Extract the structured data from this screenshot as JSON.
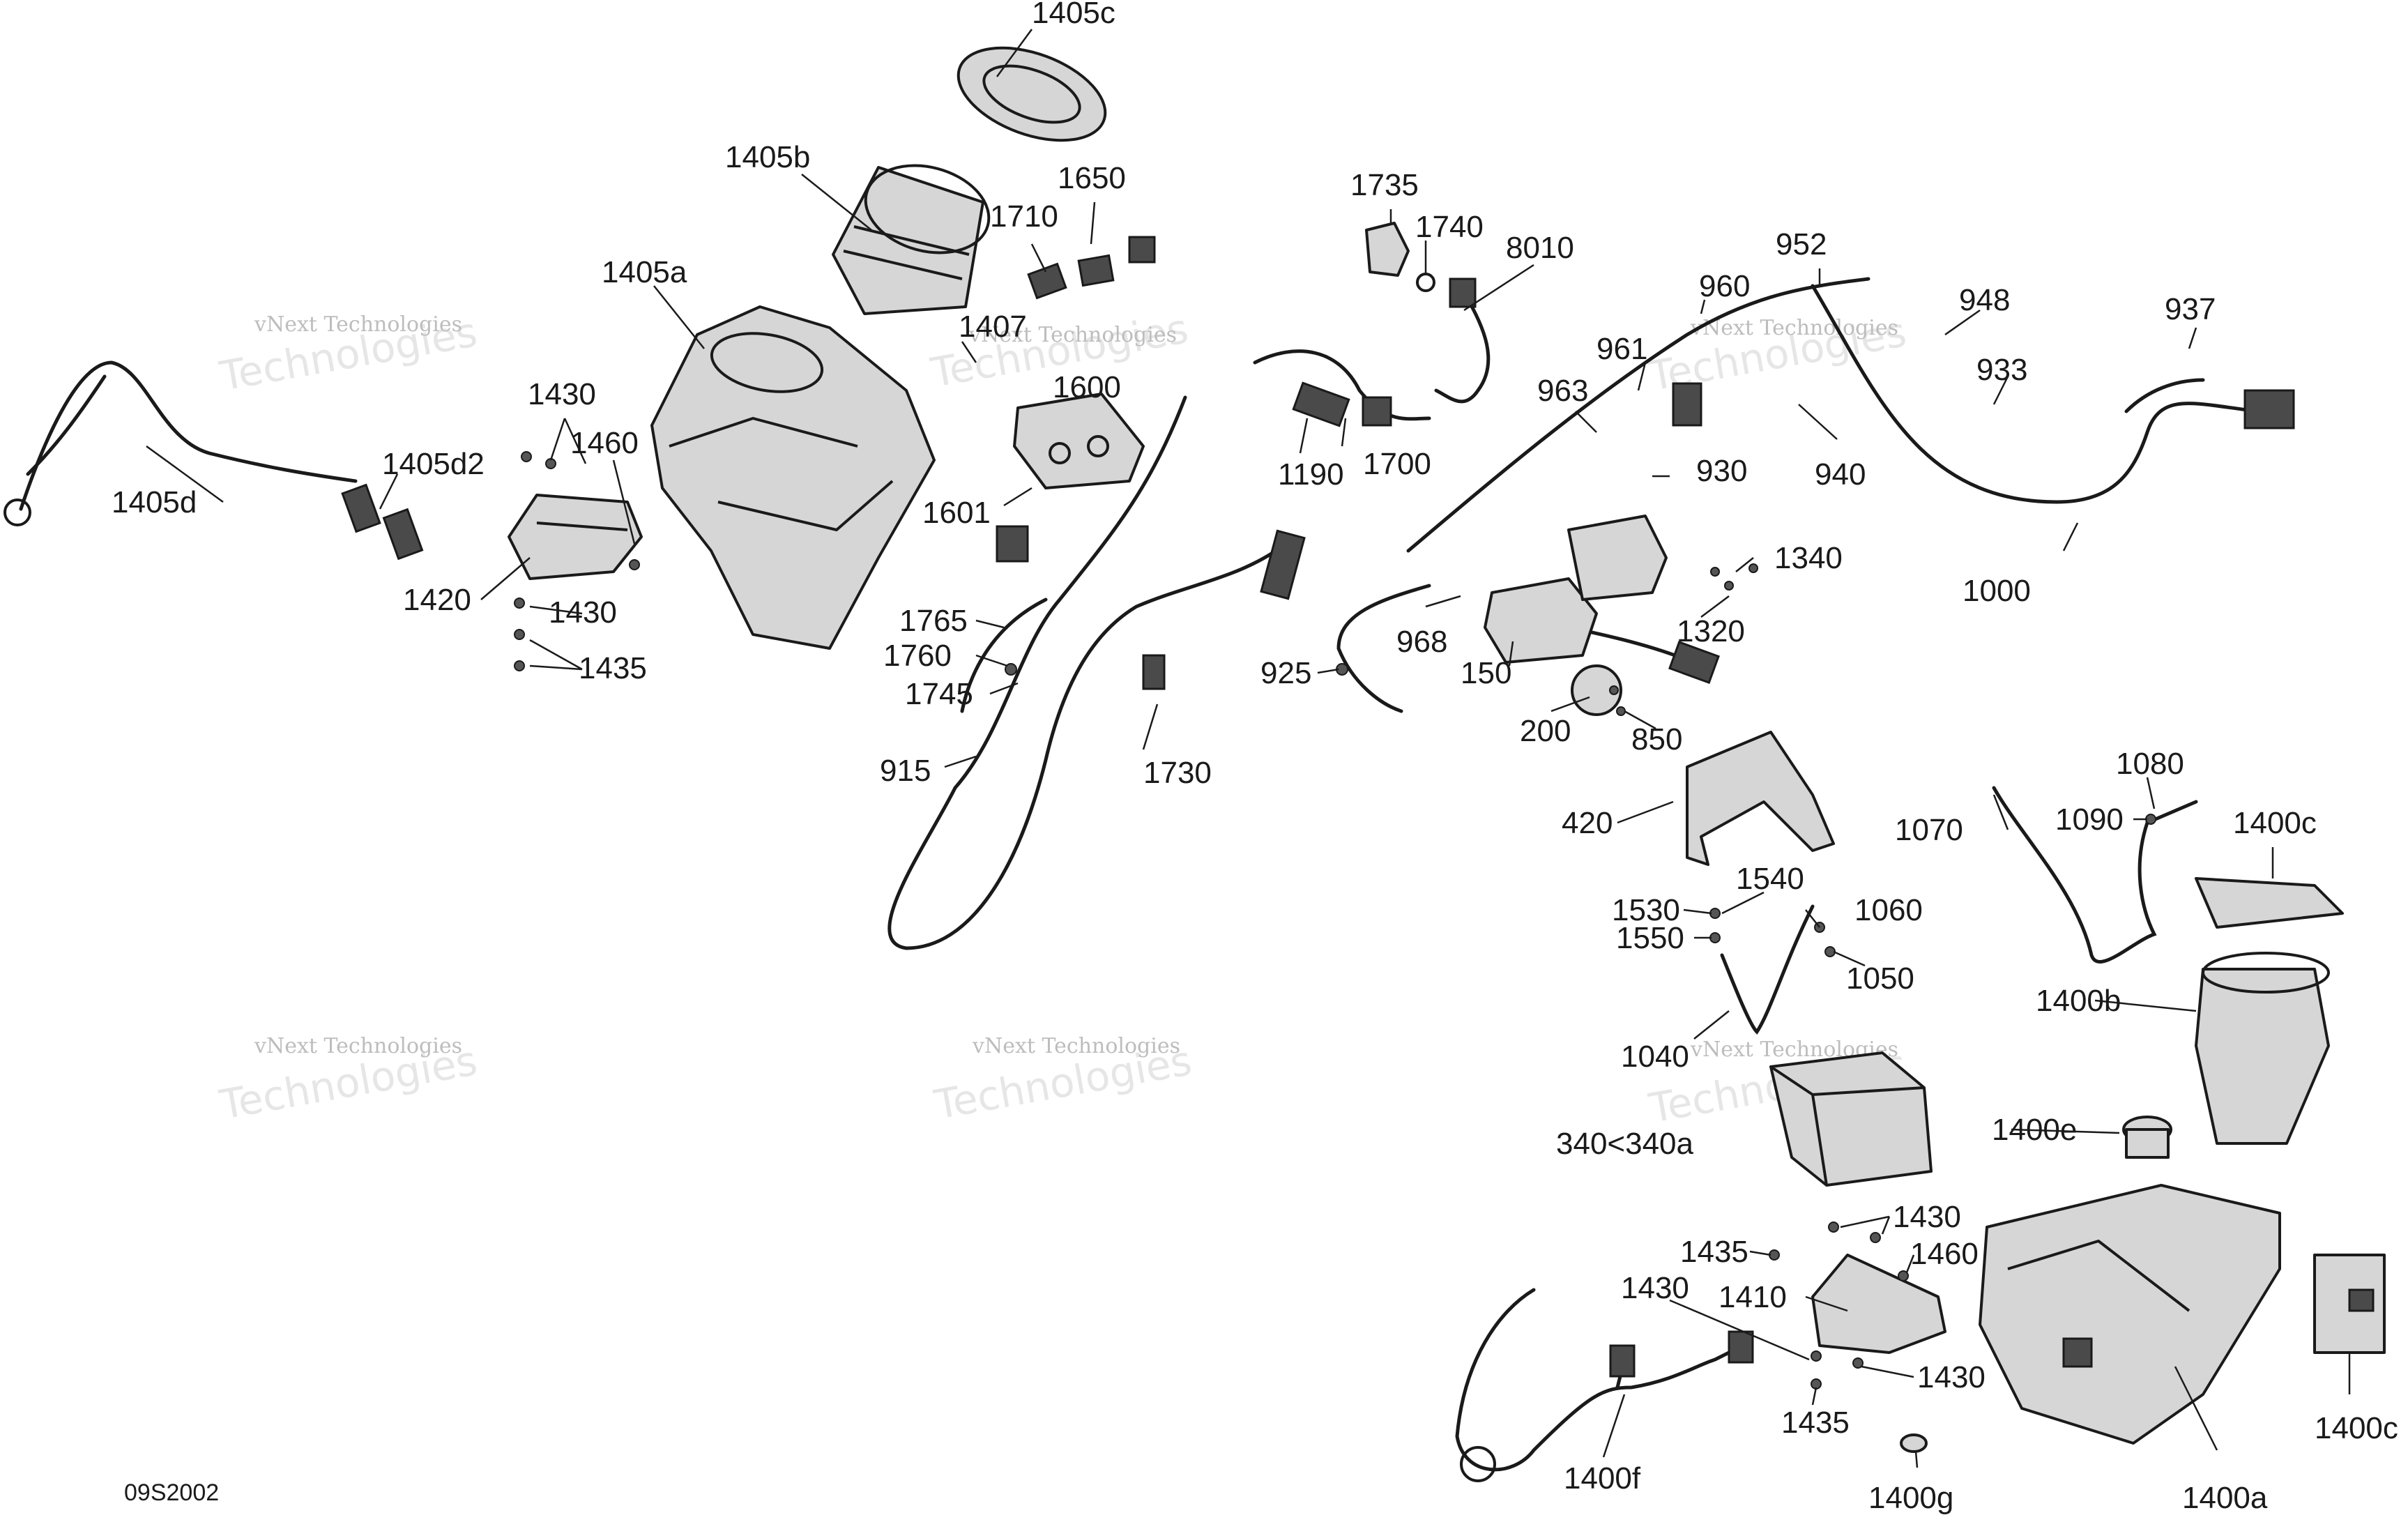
{
  "diagram": {
    "code": "09S2002",
    "watermark_a": "vNext Technologies",
    "watermark_b": "Technologies",
    "labels": {
      "l1405c": "1405c",
      "l1405b": "1405b",
      "l1650": "1650",
      "l1710": "1710",
      "l1735": "1735",
      "l1740": "1740",
      "l8010": "8010",
      "l952": "952",
      "l960": "960",
      "l948": "948",
      "l937": "937",
      "l1405a": "1405a",
      "l1407": "1407",
      "l961": "961",
      "l933": "933",
      "l1600": "1600",
      "l963": "963",
      "l1430a": "1430",
      "l1460a": "1460",
      "l1405d2": "1405d2",
      "l1405d": "1405d",
      "l1190": "1190",
      "l1700": "1700",
      "l930": "930",
      "l940": "940",
      "l1601": "1601",
      "l1340": "1340",
      "l1000": "1000",
      "l1420": "1420",
      "l1430b": "1430",
      "l1765": "1765",
      "l968": "968",
      "l1320": "1320",
      "l1760": "1760",
      "l1435a": "1435",
      "l925": "925",
      "l150": "150",
      "l1745": "1745",
      "l200": "200",
      "l850": "850",
      "l915": "915",
      "l1730": "1730",
      "l1080": "1080",
      "l420": "420",
      "l1090": "1090",
      "l1400c": "1400c",
      "l1070": "1070",
      "l1540": "1540",
      "l1530": "1530",
      "l1060": "1060",
      "l1550": "1550",
      "l1050": "1050",
      "l1400b": "1400b",
      "l1040": "1040",
      "l340": "340<340a",
      "l1400e": "1400e",
      "l1430c": "1430",
      "l1435b": "1435",
      "l1460b": "1460",
      "l1430d": "1430",
      "l1410": "1410",
      "l1430e": "1430",
      "l1435c": "1435",
      "l1400c2": "1400c",
      "l1400f": "1400f",
      "l1400g": "1400g",
      "l1400a": "1400a"
    },
    "colors": {
      "line": "#1a1a1a",
      "fill": "#d6d6d6",
      "background": "#ffffff",
      "watermark": "#bdbdbd"
    }
  }
}
